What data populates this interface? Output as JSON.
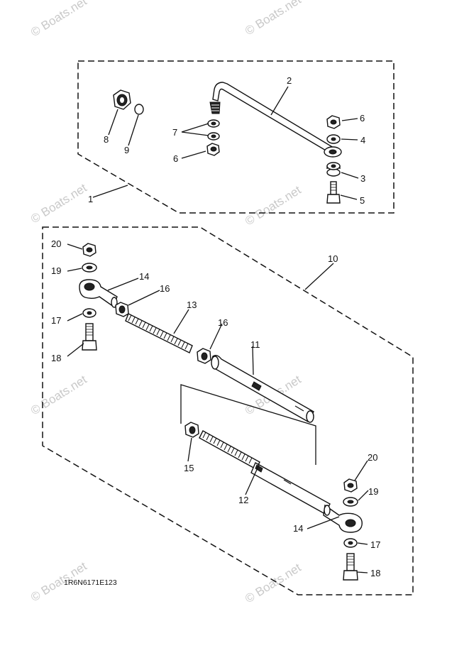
{
  "watermark": "© Boats.net",
  "diagram_code": "1R6N6171E123",
  "callouts": {
    "c1": "1",
    "c2": "2",
    "c3": "3",
    "c4": "4",
    "c5": "5",
    "c6a": "6",
    "c6b": "6",
    "c7": "7",
    "c8": "8",
    "c9": "9",
    "c10": "10",
    "c11": "11",
    "c12": "12",
    "c13": "13",
    "c14a": "14",
    "c14b": "14",
    "c15": "15",
    "c16a": "16",
    "c16b": "16",
    "c17a": "17",
    "c17b": "17",
    "c18a": "18",
    "c18b": "18",
    "c19a": "19",
    "c19b": "19",
    "c20a": "20",
    "c20b": "20"
  }
}
